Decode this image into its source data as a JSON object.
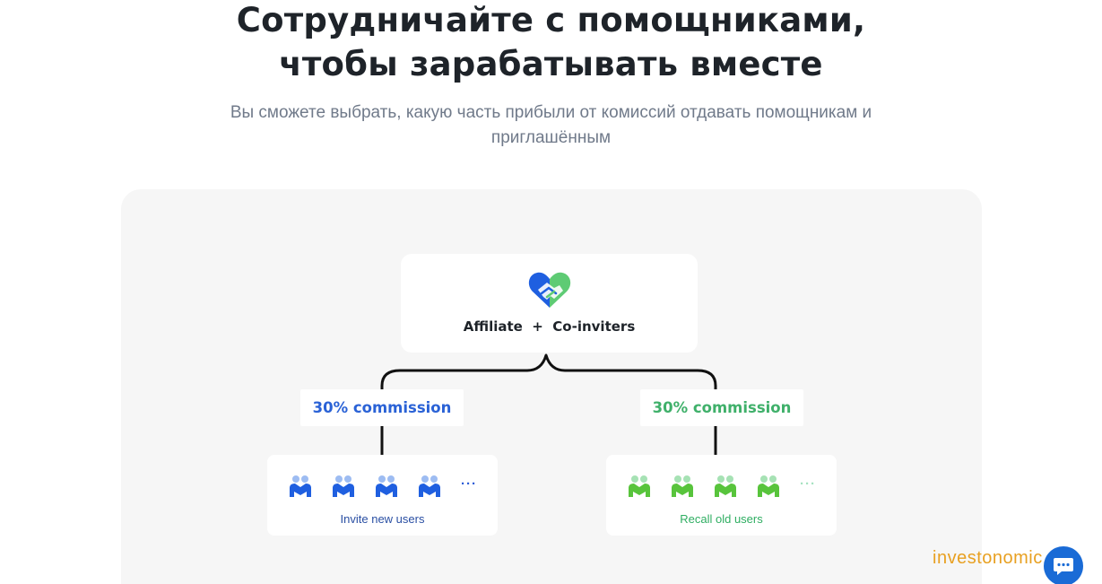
{
  "hero": {
    "title": "Сотрудничайте с помощниками, чтобы зарабатывать вместе",
    "subtitle": "Вы сможете выбрать, какую часть прибыли от комиссий отдавать помощникам и приглашённым"
  },
  "diagram": {
    "top_label": "Affiliate  +  Co-inviters",
    "top_icon": "handshake-heart-icon",
    "left_branch": {
      "commission": "30% commission",
      "users_label": "Invite new users",
      "ellipsis": "···",
      "color": "#2a62d6"
    },
    "right_branch": {
      "commission": "30% commission",
      "users_label": "Recall old users",
      "ellipsis": "···",
      "color": "#3fb06a"
    }
  },
  "overlay": {
    "watermark": "investonomic.ru",
    "chat_icon": "chat-bubble-icon"
  },
  "colors": {
    "blue": "#2a62d6",
    "green": "#3fb06a",
    "accent_orange": "#e8a021",
    "card_bg": "#f6f6f6"
  }
}
